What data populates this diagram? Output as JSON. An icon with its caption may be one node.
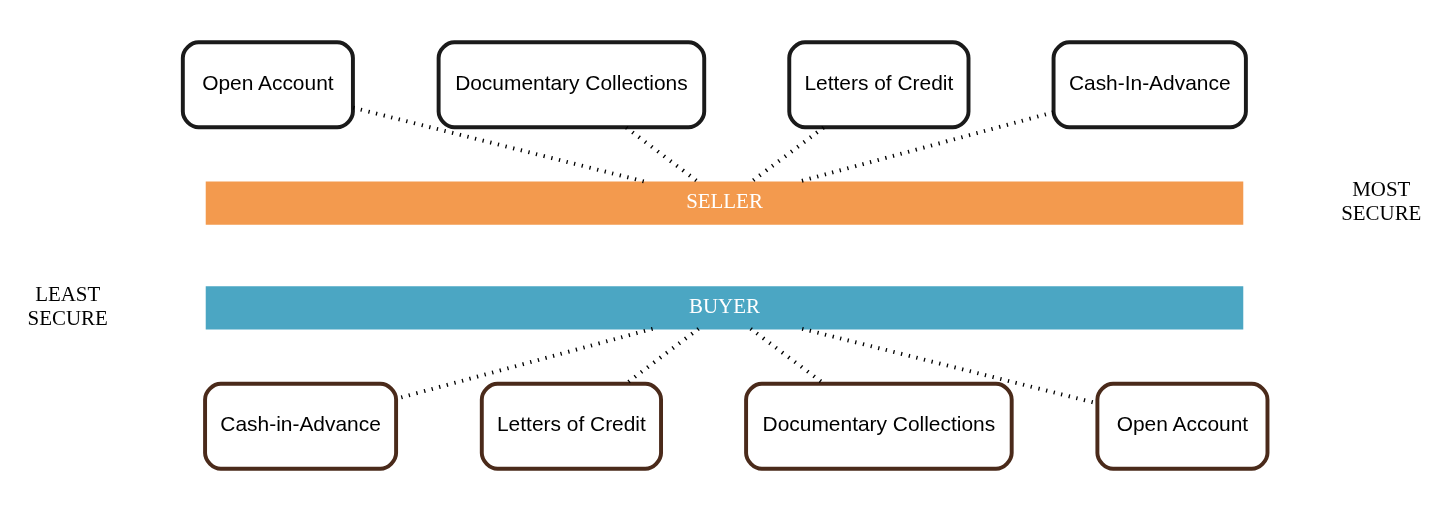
{
  "diagram": {
    "nodes": [
      {
        "text": [
          "Open Account"
        ]
      },
      {
        "text": [
          "Documentary Collections"
        ]
      },
      {
        "text": [
          "Letters of Credit"
        ]
      },
      {
        "text": [
          "Cash-In-Advance"
        ]
      },
      {
        "text": [
          "SELLER"
        ]
      },
      {
        "text": [
          "BUYER"
        ]
      },
      {
        "text": [
          "Cash-in-Advance"
        ]
      },
      {
        "text": [
          "Letters of Credit"
        ]
      },
      {
        "text": [
          "Documentary Collections"
        ]
      },
      {
        "text": [
          "Open Account"
        ]
      }
    ],
    "edges": [
      {
        "from": 0,
        "to": 4,
        "arrow": "none",
        "style": "dashed"
      },
      {
        "from": 1,
        "to": 4,
        "arrow": "none",
        "style": "dashed"
      },
      {
        "from": 2,
        "to": 4,
        "arrow": "none",
        "style": "dashed"
      },
      {
        "from": 3,
        "to": 4,
        "arrow": "none",
        "style": "dashed"
      },
      {
        "from": 5,
        "to": 6,
        "arrow": "none",
        "style": "dashed"
      },
      {
        "from": 5,
        "to": 7,
        "arrow": "none",
        "style": "dashed"
      },
      {
        "from": 5,
        "to": 8,
        "arrow": "none",
        "style": "dashed"
      },
      {
        "from": 5,
        "to": 9,
        "arrow": "none",
        "style": "dashed"
      }
    ],
    "labels": [
      "MOST SECURE",
      "LEAST SECURE"
    ]
  }
}
